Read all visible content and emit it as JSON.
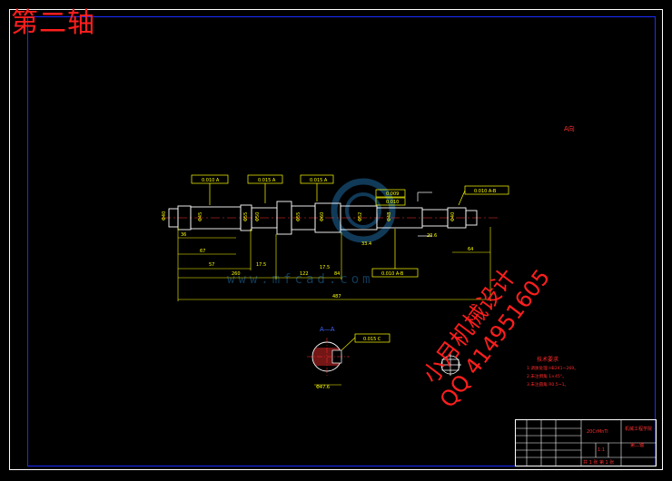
{
  "drawing": {
    "title": "第二轴",
    "section_label": "A—A",
    "view_label": "A向"
  },
  "tolerances": {
    "runout_1": "0.010 A",
    "runout_2": "0.015 A",
    "runout_3": "0.015 A",
    "runout_4": "0.010 A-B",
    "runout_5": "0.010 A-B",
    "cyl_1": "0.009",
    "cyl_2": "0.010",
    "keyway_sym": "0.015 C"
  },
  "dimensions": {
    "overall": "487",
    "d1": "260",
    "d2": "57",
    "d3": "17.5",
    "d4": "84",
    "d5": "64",
    "d6": "67",
    "d7": "122",
    "d8": "36",
    "d9": "17.5",
    "d10": "33.4",
    "d11": "20.6"
  },
  "watermark": {
    "line1": "小月机械设计",
    "line2": "QQ 414951605"
  },
  "tech_requirements": {
    "title": "技术要求",
    "items": [
      "1.调质处理 HB241~269。",
      "2.未注倒角 1×45°。",
      "3.未注圆角 R0.5~1。"
    ]
  },
  "title_block": {
    "part_name": "第二轴",
    "school": "机械工程学院",
    "material": "20CrMnTi",
    "scale": "1:1",
    "sheet": "共 1 张 第 1 张"
  }
}
